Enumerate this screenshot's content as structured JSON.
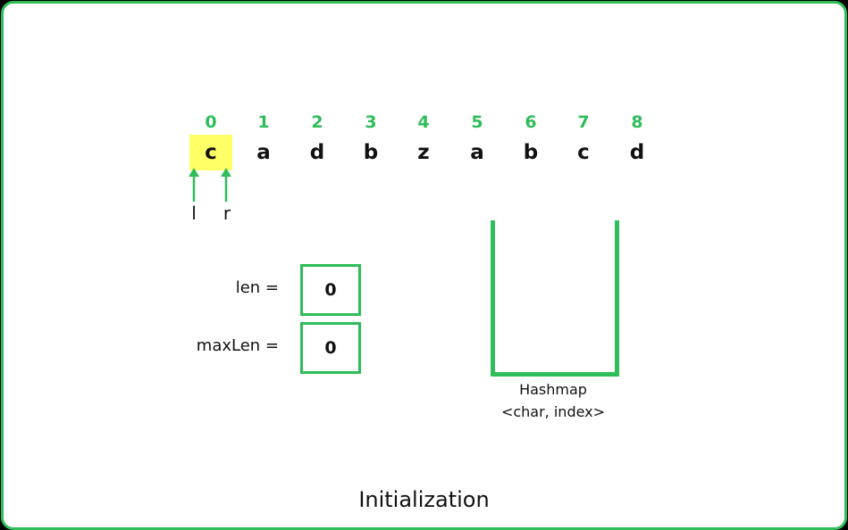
{
  "indices": [
    "0",
    "1",
    "2",
    "3",
    "4",
    "5",
    "6",
    "7",
    "8"
  ],
  "string": [
    "c",
    "a",
    "d",
    "b",
    "z",
    "a",
    "b",
    "c",
    "d"
  ],
  "highlight_index": 0,
  "pointers": {
    "left": "l",
    "right": "r"
  },
  "variables": {
    "len_label": "len =",
    "len_value": "0",
    "maxlen_label": "maxLen =",
    "maxlen_value": "0"
  },
  "hashmap": {
    "title": "Hashmap",
    "subtitle": "<char, index>"
  },
  "caption": "Initialization",
  "colors": {
    "accent": "#2ebd59",
    "highlight": "#ffff66",
    "text": "#111111"
  }
}
